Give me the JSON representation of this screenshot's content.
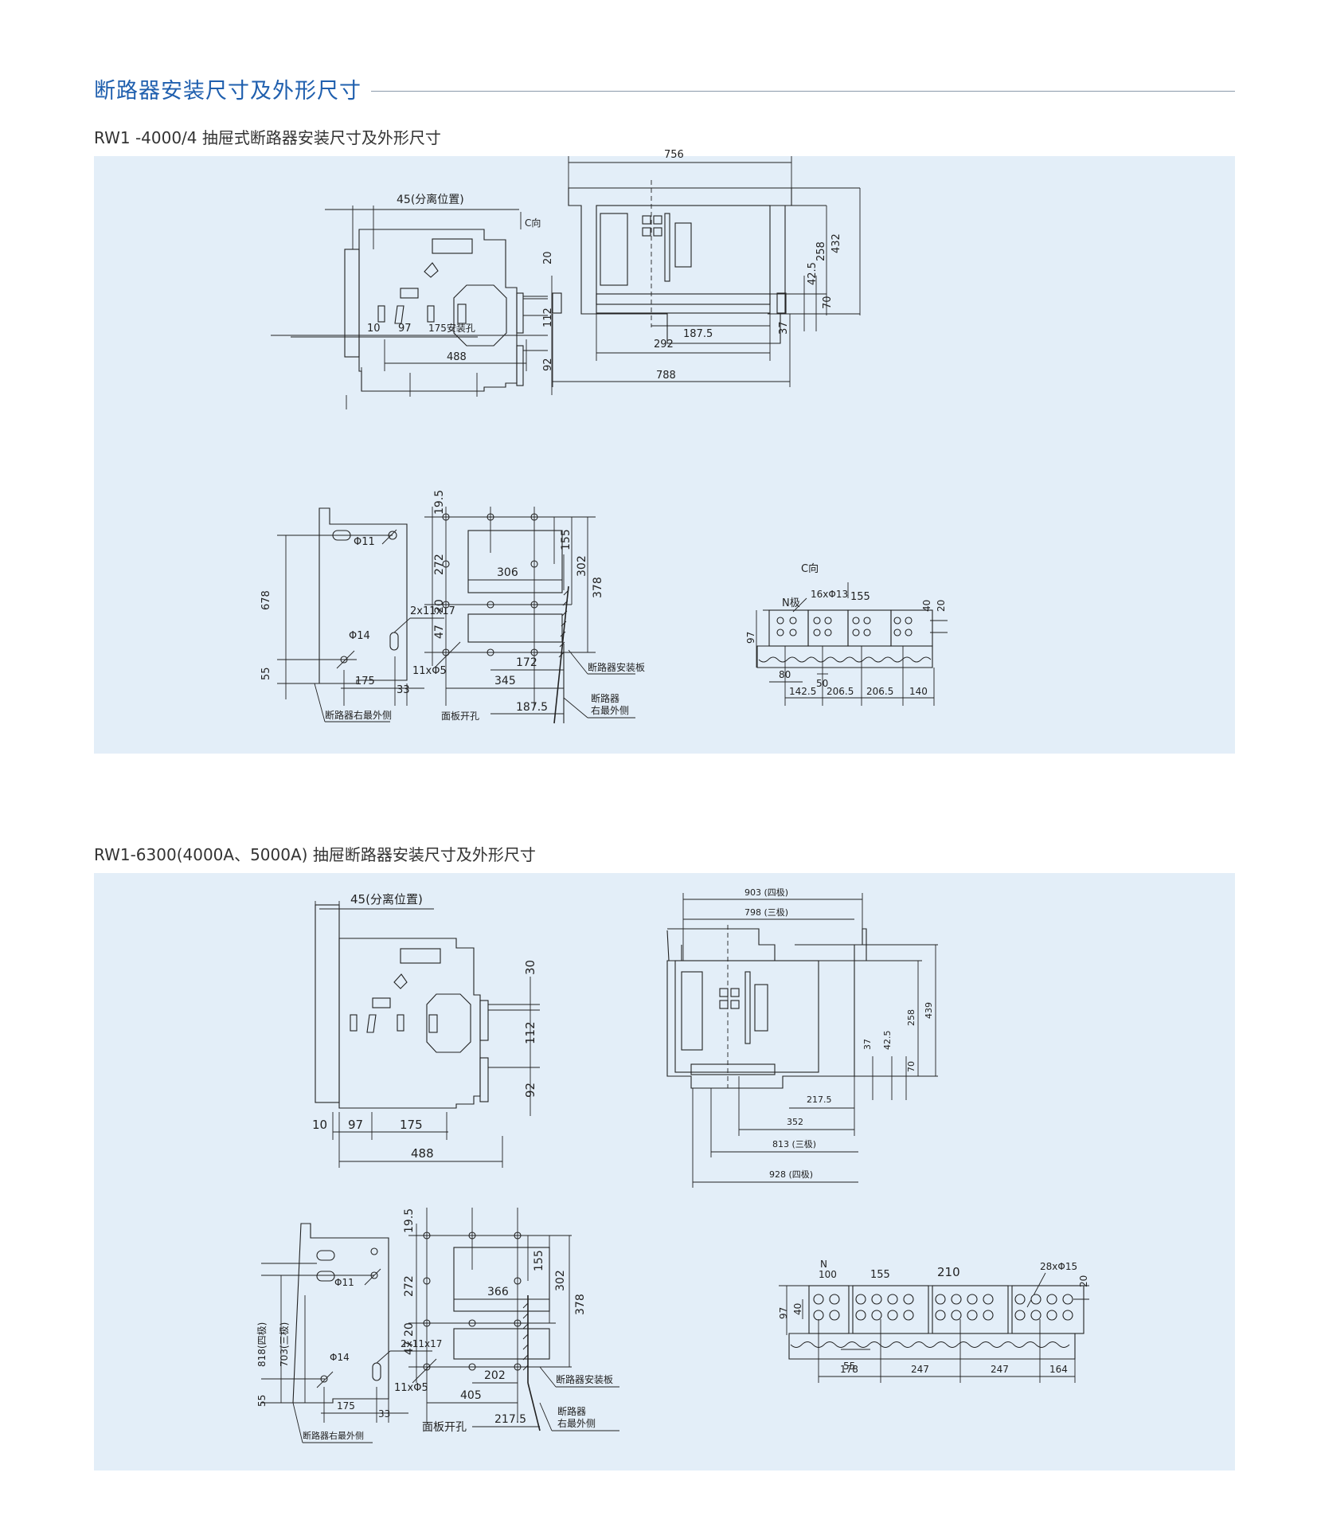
{
  "page": {
    "title": "断路器安装尺寸及外形尺寸",
    "accent_color": "#1f5fae",
    "panel_color": "#e3eef8"
  },
  "section1": {
    "subtitle": "RW1 -4000/4 抽屉式断路器安装尺寸及外形尺寸",
    "side_view": {
      "sep_pos": "45(分离位置)",
      "c_dir": "C向",
      "d20": "20",
      "d112": "112",
      "d92": "92",
      "d10": "10",
      "d97": "97",
      "d175": "175安装孔",
      "d488": "488"
    },
    "front_view": {
      "d756": "756",
      "d258": "258",
      "d432": "432",
      "d42_5": "42.5",
      "d70": "70",
      "d37": "37",
      "d187_5": "187.5",
      "d292": "292",
      "d788": "788"
    },
    "mount_view": {
      "d678": "678",
      "d55": "55",
      "phi11": "Φ11",
      "phi14": "Φ14",
      "slot": "2x11x17",
      "d175": "175",
      "d33": "33",
      "note": "断路器右最外侧"
    },
    "cutout_view": {
      "d19_5": "19.5",
      "d272": "272",
      "d20": "20",
      "d47": "47",
      "d155": "155",
      "d302": "302",
      "d378": "378",
      "d306": "306",
      "d172": "172",
      "d345": "345",
      "d187_5": "187.5",
      "holes": "11xΦ5",
      "label": "面板开孔",
      "plate": "断路器安装板",
      "outer_a": "断路器",
      "outer_b": "右最外侧"
    },
    "c_view": {
      "title": "C向",
      "n_pole": "N极",
      "holes": "16xΦ13",
      "d155": "155",
      "d40": "40",
      "d20": "20",
      "d97": "97",
      "d80": "80",
      "d50": "50",
      "d142_5": "142.5",
      "d206_5a": "206.5",
      "d206_5b": "206.5",
      "d140": "140"
    }
  },
  "section2": {
    "subtitle": "RW1-6300(4000A、5000A) 抽屉断路器安装尺寸及外形尺寸",
    "side_view": {
      "sep_pos": "45(分离位置)",
      "d30": "30",
      "d112": "112",
      "d92": "92",
      "d10": "10",
      "d97": "97",
      "d175": "175",
      "d488": "488"
    },
    "front_view": {
      "d903": "903 (四极)",
      "d798": "798 (三极)",
      "d258": "258",
      "d439": "439",
      "d37": "37",
      "d42_5": "42.5",
      "d70": "70",
      "d217_5": "217.5",
      "d352": "352",
      "d813": "813 (三极)",
      "d928": "928 (四极)"
    },
    "mount_view": {
      "d818": "818(四极)",
      "d703": "703(三极)",
      "d55": "55",
      "phi11": "Φ11",
      "phi14": "Φ14",
      "slot": "2x11x17",
      "d175": "175",
      "d33": "33",
      "note": "断路器右最外侧"
    },
    "cutout_view": {
      "d19_5": "19.5",
      "d272": "272",
      "d20": "20",
      "d47": "47",
      "d155": "155",
      "d302": "302",
      "d378": "378",
      "d366": "366",
      "d202": "202",
      "d405": "405",
      "d217_5": "217.5",
      "holes": "11xΦ5",
      "label": "面板开孔",
      "plate": "断路器安装板",
      "outer_a": "断路器",
      "outer_b": "右最外侧"
    },
    "c_view": {
      "n": "N",
      "d100": "100",
      "d155": "155",
      "d210": "210",
      "holes": "28xΦ15",
      "d20": "20",
      "d97": "97",
      "d40": "40",
      "d55": "55",
      "d178": "178",
      "d247a": "247",
      "d247b": "247",
      "d164": "164"
    }
  }
}
